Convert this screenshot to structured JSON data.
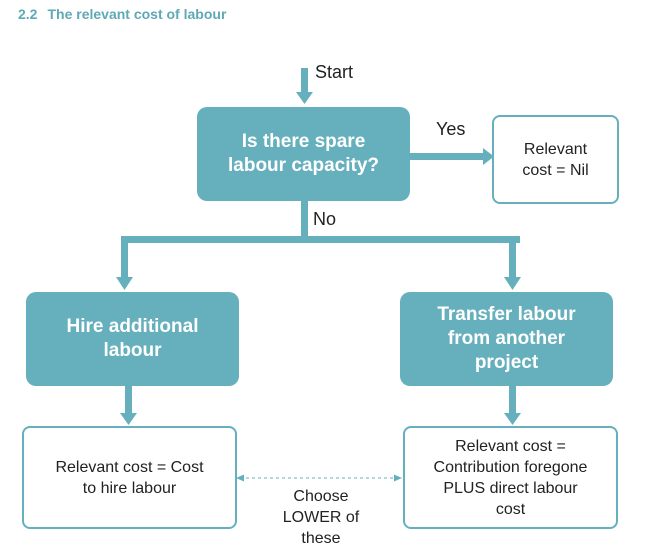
{
  "heading": {
    "number": "2.2",
    "title": "The relevant cost of labour"
  },
  "flow": {
    "start": "Start",
    "question": [
      "Is there spare",
      "labour capacity?"
    ],
    "yes": "Yes",
    "no": "No",
    "nil_box": [
      "Relevant",
      "cost = Nil"
    ],
    "hire_box": [
      "Hire additional",
      "labour"
    ],
    "transfer_box": [
      "Transfer labour",
      "from another",
      "project"
    ],
    "hire_cost": [
      "Relevant cost = Cost",
      "to hire labour"
    ],
    "transfer_cost": [
      "Relevant cost =",
      "Contribution foregone",
      "PLUS direct labour",
      "cost"
    ],
    "choose": [
      "Choose",
      "LOWER of",
      "these"
    ]
  },
  "colors": {
    "accent": "#66b0bd",
    "heading": "#5fa8b6",
    "text": "#222222"
  }
}
